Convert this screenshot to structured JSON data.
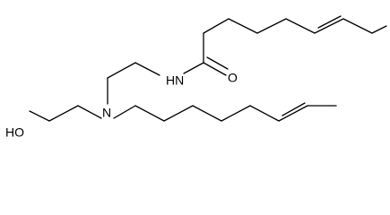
{
  "atom_labels": {
    "amide_nh": "HN",
    "carbonyl_o": "O",
    "amine_n": "N",
    "hydroxyl": "HO"
  },
  "colors": {
    "bond": "#000000",
    "text": "#000000",
    "background": "#ffffff"
  }
}
